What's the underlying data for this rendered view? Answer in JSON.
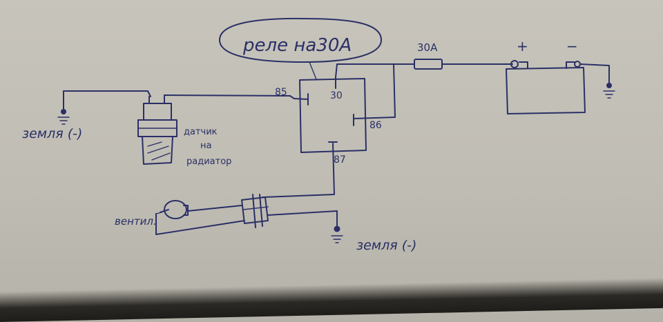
{
  "diagram": {
    "relay_title": "реле на30А",
    "pins": {
      "p85": "85",
      "p30": "30",
      "p86": "86",
      "p87": "87"
    },
    "fuse_label": "30A",
    "battery_plus": "+",
    "battery_minus": "−",
    "ground_left": "земля (-)",
    "ground_bottom": "земля (-)",
    "sensor_line1": "датчик",
    "sensor_line2": "на",
    "sensor_line3": "радиатор",
    "fan_label": "вентил."
  },
  "colors": {
    "ink": "#2a2f66",
    "paper": "#c4c1b8"
  }
}
